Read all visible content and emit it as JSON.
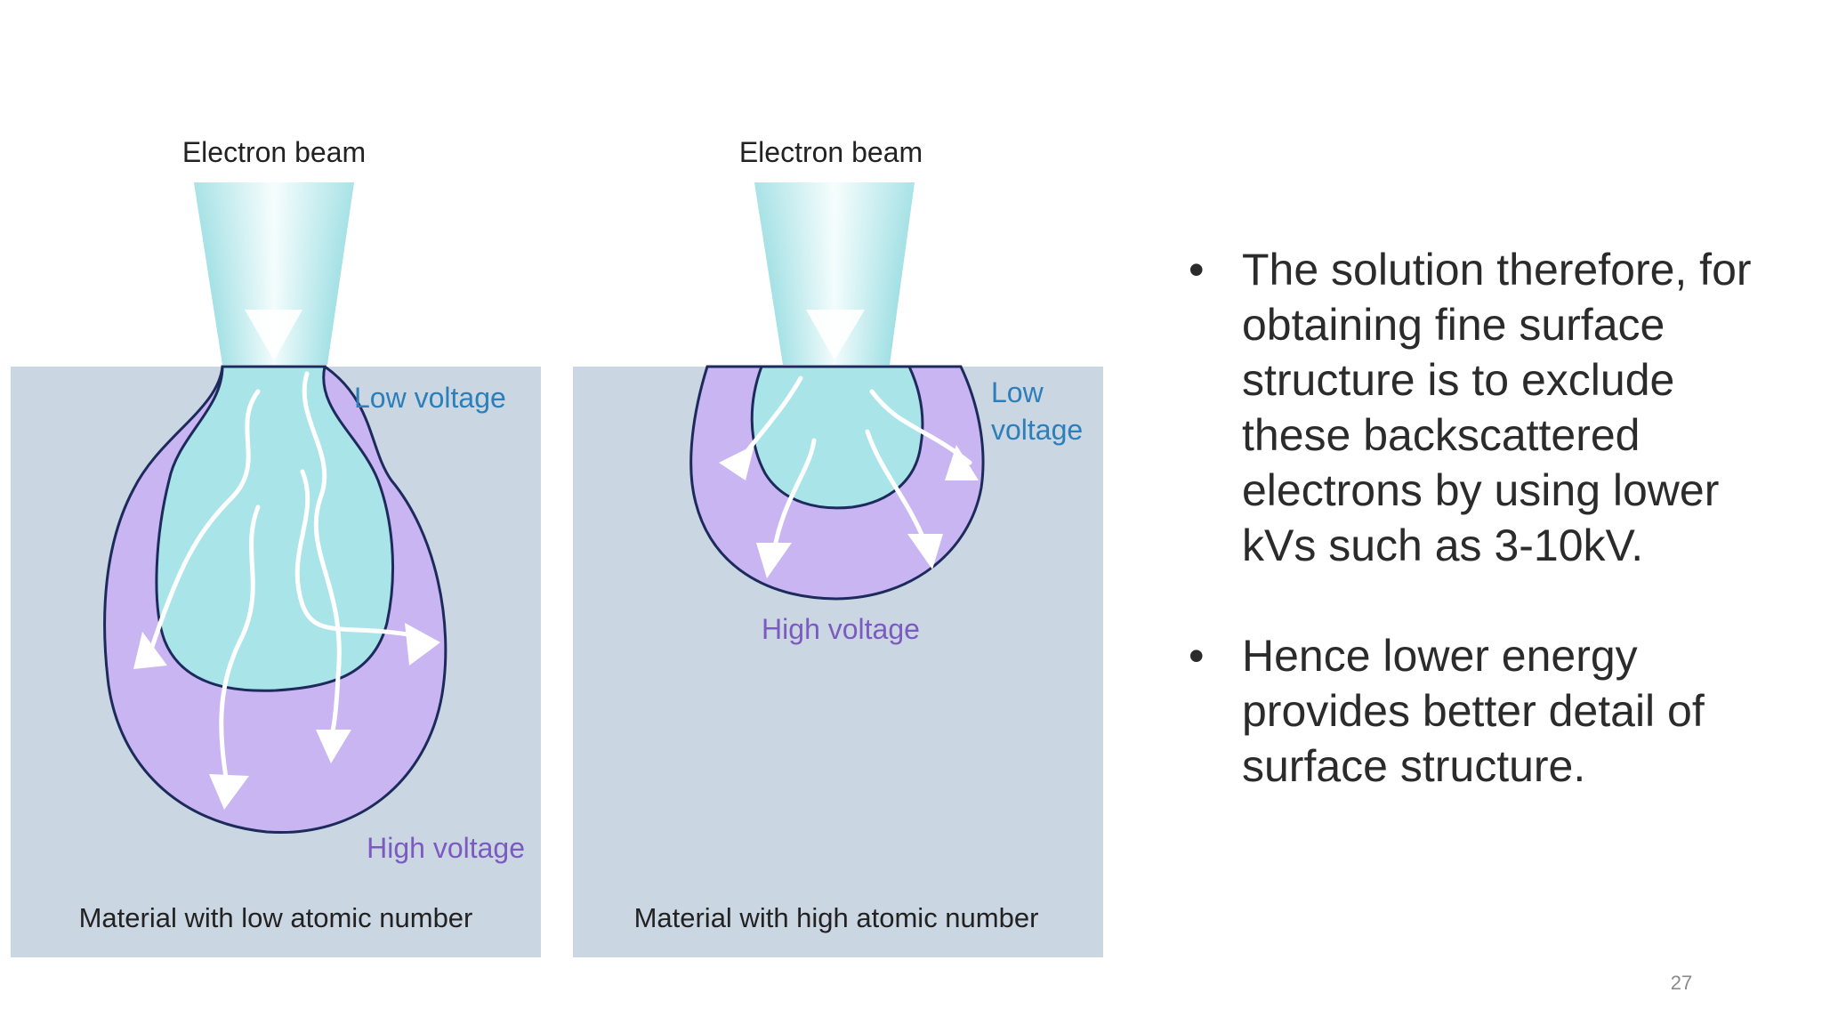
{
  "diagram": {
    "left_panel": {
      "beam_label": "Electron beam",
      "inner_label": "Low voltage",
      "outer_label": "High voltage",
      "material_label": "Material with low atomic number"
    },
    "right_panel": {
      "beam_label": "Electron beam",
      "inner_label_line1": "Low",
      "inner_label_line2": "voltage",
      "outer_label": "High voltage",
      "material_label": "Material with high atomic number"
    },
    "colors": {
      "material": "#cbd6e3",
      "beam": "#8fdde2",
      "inner_volume": "#a9e4e8",
      "outer_volume": "#c8b5f2",
      "outline": "#1d2b5c",
      "low_voltage_text": "#2c7fb8",
      "high_voltage_text": "#7b5bbf",
      "label_text": "#222222"
    }
  },
  "bullets": [
    {
      "symbol": "•",
      "text": "The solution therefore, for obtaining fine surface structure is to exclude these backscattered electrons by using lower kVs such as 3-10kV."
    },
    {
      "symbol": "•",
      "text": "Hence lower energy provides better detail of surface structure."
    }
  ],
  "slide_number": "27"
}
